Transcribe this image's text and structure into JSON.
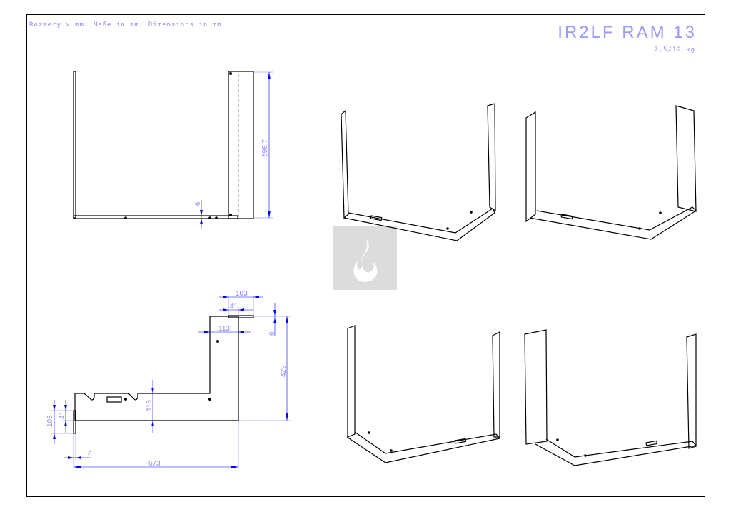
{
  "header": {
    "units_note": "Rozmery v mm; Maße in mm; Dimensions in mm",
    "model_title": "IR2LF RAM 13",
    "weight": "7,5/12 kg"
  },
  "front_view": {
    "height_dim": "598.7",
    "thickness_dim": "6"
  },
  "top_view": {
    "dims": {
      "top_width": "103",
      "top_inner": "41",
      "arm_width": "113",
      "top_thickness": "6",
      "depth": "429",
      "base_depth": "113",
      "left_width": "103",
      "left_inner": "41",
      "left_thickness": "6",
      "total_width": "673"
    }
  },
  "colors": {
    "dimension": "#0000ff",
    "text": "#8a8aff",
    "logo_bg": "#dcdcdc"
  }
}
